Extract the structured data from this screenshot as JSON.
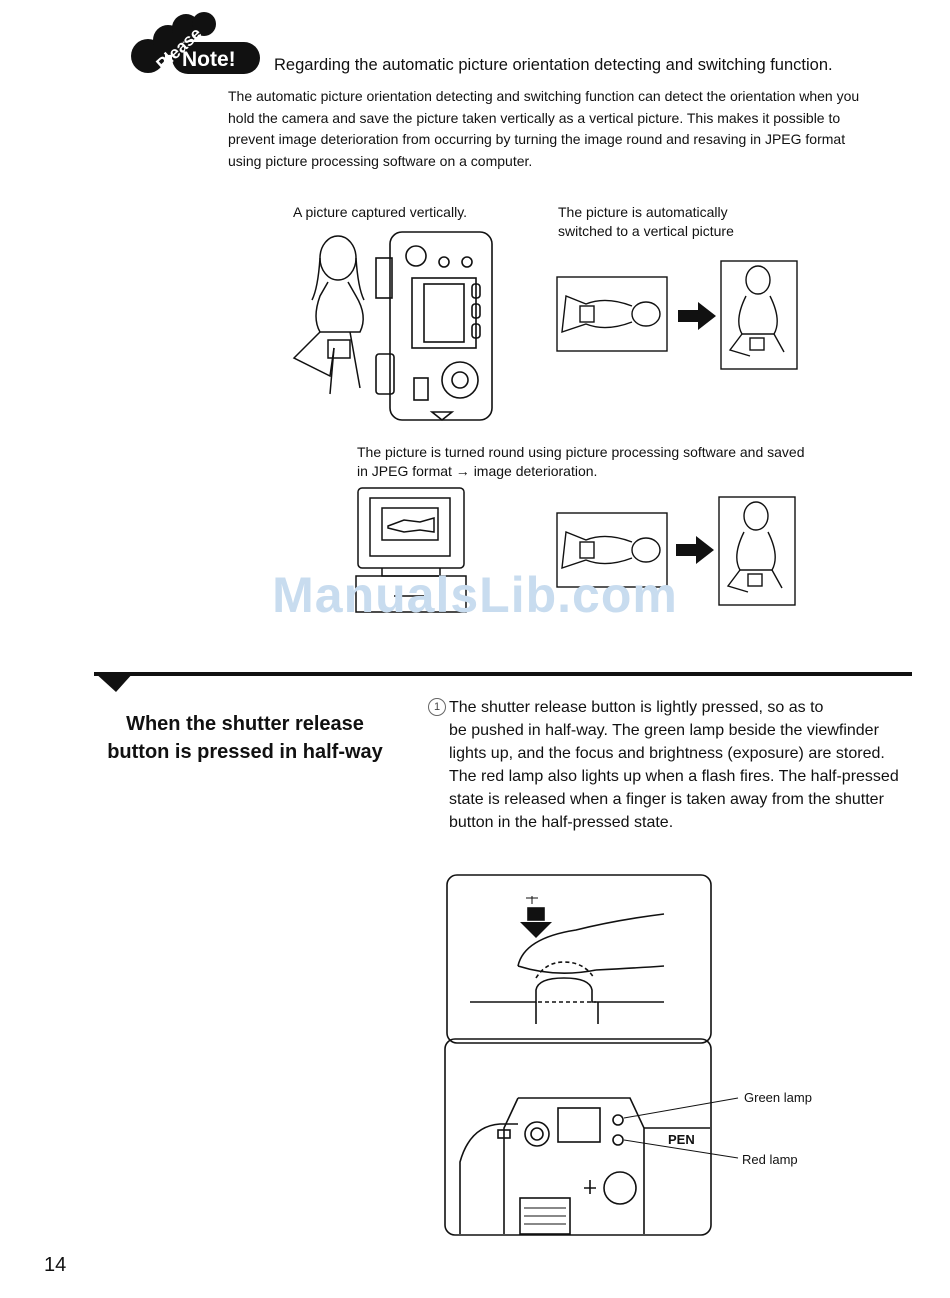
{
  "please_note": {
    "badge_top": "Please",
    "badge_bottom": "Note!",
    "heading": "Regarding the automatic picture orientation detecting and switching function.",
    "body": "The automatic picture orientation detecting and switching function can detect the orientation when you hold the camera and save the picture taken vertically as a vertical picture. This makes it possible to prevent image deterioration from occurring by turning the image round and resaving in JPEG format using picture processing software on a computer."
  },
  "figure_captions": {
    "captured_vertically": "A picture captured vertically.",
    "auto_switched": "The picture is automatically switched to a vertical picture",
    "turned_round": "The picture is turned round using picture processing software and saved in JPEG format → image deterioration."
  },
  "watermark": "ManualsLib.com",
  "section": {
    "title": "When the shutter release button is pressed in half-way",
    "step_number": "1",
    "step_first_line": "The shutter release button is lightly pressed, so as to",
    "step_rest": "be pushed in half-way. The green lamp beside the viewfinder lights up, and the focus and brightness (exposure) are stored. The red lamp also lights up when a flash fires. The half-pressed state is released when a finger is taken away from the shutter button in the half-pressed state."
  },
  "lamp_labels": {
    "green": "Green lamp",
    "red": "Red lamp",
    "brand_partial": "PEN"
  },
  "page_number": "14"
}
